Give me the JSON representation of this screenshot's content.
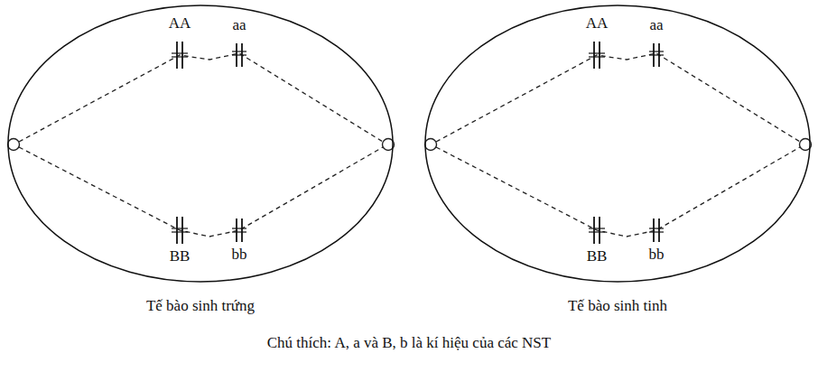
{
  "diagram": {
    "caption": "Chú thích: A, a và B, b là kí hiệu của các NST",
    "nodes": [
      {
        "text": [
          "Tế bào sinh trứng"
        ]
      },
      {
        "text": [
          "Tế bào sinh tinh"
        ]
      }
    ],
    "labels": [
      "AA",
      "aa",
      "BB",
      "bb",
      "AA",
      "aa",
      "BB",
      "bb"
    ]
  }
}
